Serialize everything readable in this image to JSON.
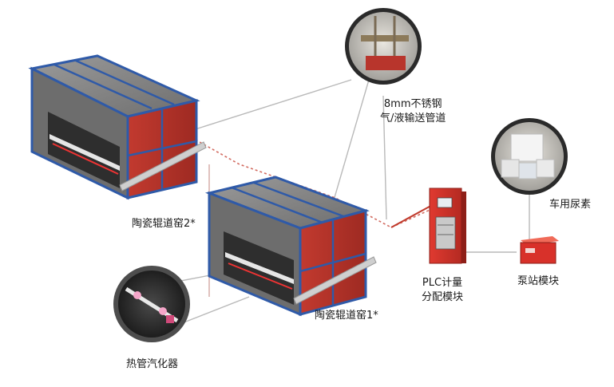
{
  "labels": {
    "kiln2": "陶瓷辊道窑2*",
    "kiln1": "陶瓷辊道窑1*",
    "pipe_line1": "8mm不锈钢",
    "pipe_line2": "气/液输送管道",
    "urea": "车用尿素",
    "plc_line1": "PLC计量",
    "plc_line2": "分配模块",
    "pump": "泵站模块",
    "vaporizer": "热管汽化器"
  },
  "colors": {
    "frame_blue": "#2f5aa8",
    "panel_red": "#b8332a",
    "roof_grey": "#8a8a8a",
    "cabinet_red": "#d8312a",
    "pipe_red": "#c0392b"
  }
}
